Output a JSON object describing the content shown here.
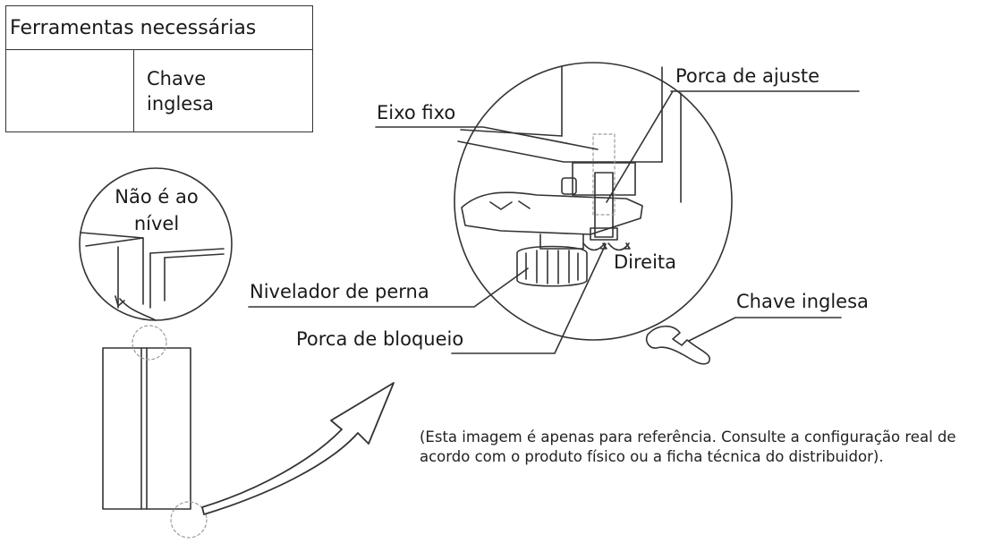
{
  "tools": {
    "header": "Ferramentas necessárias",
    "name": "Chave\ninglesa",
    "icon": "wrench-icon"
  },
  "labels": {
    "not_level": "Não é ao\nnível",
    "fixed_axis": "Eixo fixo",
    "adjust_nut": "Porca de ajuste",
    "right": "Direita",
    "leg_leveler": "Nivelador de perna",
    "lock_nut": "Porca de bloqueio",
    "wrench": "Chave inglesa"
  },
  "note": "(Esta imagem é apenas para referência. Consulte a configuração real de acordo com o produto físico ou a ficha técnica do distribuidor).",
  "colors": {
    "line": "#333333",
    "dotted": "#9a9a9a",
    "text": "#1a1a1a"
  }
}
